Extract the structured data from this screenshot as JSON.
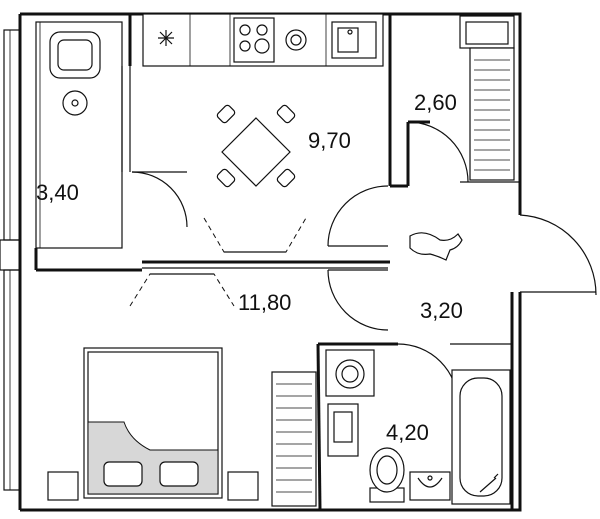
{
  "rooms": [
    {
      "id": "balcony",
      "area": "3,40"
    },
    {
      "id": "kitchen",
      "area": "9,70"
    },
    {
      "id": "wardrobe",
      "area": "2,60"
    },
    {
      "id": "living",
      "area": "11,80"
    },
    {
      "id": "hall",
      "area": "3,20"
    },
    {
      "id": "bathroom",
      "area": "4,20"
    }
  ],
  "icons": [
    "armchair-icon",
    "dining-table-icon",
    "stove-icon",
    "washing-machine-icon",
    "sink-icon",
    "toilet-icon",
    "bathtub-icon",
    "bed-icon",
    "dog-icon",
    "wardrobe-icon"
  ]
}
